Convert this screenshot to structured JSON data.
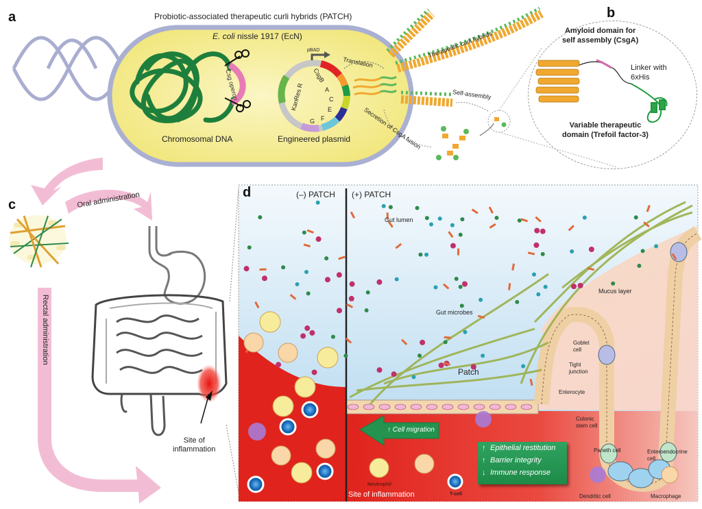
{
  "figure": {
    "panels": {
      "a": {
        "letter": "a",
        "title": "Probiotic-associated therapeutic curli hybrids (PATCH)",
        "strain_italic": "E. coli",
        "strain_rest": "nissle 1917 (EcN)",
        "chromosome_label": "Chromosomal DNA",
        "operon_label": "Csg operon",
        "plasmid_label": "Engineered plasmid",
        "promoter_label": "pBAD",
        "plasmid_genes": [
          "CsgB",
          "A",
          "C",
          "E",
          "F",
          "G",
          "KanRes R"
        ],
        "translation_label": "Translation",
        "secretion_label": "Secretion of CsgA fusion",
        "self_assembly_label": "Self-assembly",
        "curli_label": "Therapeutic curli hybrids"
      },
      "b": {
        "letter": "b",
        "amyloid_label_line1": "Amyloid domain for",
        "amyloid_label_line2": "self assembly (CsgA)",
        "linker_label_line1": "Linker with",
        "linker_label_line2": "6xHis",
        "variable_label_line1": "Variable therapeutic",
        "variable_label_line2": "domain (Trefoil factor-3)"
      },
      "c": {
        "letter": "c",
        "oral_label": "Oral administration",
        "rectal_label": "Rectal administration",
        "inflammation_line1": "Site of",
        "inflammation_line2": "inflammation"
      },
      "d": {
        "letter": "d",
        "minus_patch": "(–) PATCH",
        "plus_patch": "(+) PATCH",
        "gut_lumen": "Gut lumen",
        "gut_microbes": "Gut microbes",
        "patch": "Patch",
        "mucus_layer": "Mucus layer",
        "goblet_line1": "Goblet",
        "goblet_line2": "cell",
        "tight_line1": "Tight",
        "tight_line2": "junction",
        "enterocyte": "Enterocyte",
        "colonic_line1": "Colonic",
        "colonic_line2": "stem cell",
        "paneth": "Paneth cell",
        "entero_line1": "Enteroendocrine",
        "entero_line2": "cell",
        "dendritic": "Dendritic cell",
        "macrophage": "Macrophage",
        "neutrophil": "Neutrophil",
        "tcell": "T-cell",
        "site_inflammation": "Site of inflammation",
        "cell_migration": "Cell migration",
        "effects": [
          {
            "direction": "up",
            "symbol": "↑",
            "label": "Epithelial restitution"
          },
          {
            "direction": "up",
            "symbol": "↑",
            "label": "Barrier integrity"
          },
          {
            "direction": "down",
            "symbol": "↓",
            "label": "Immune response"
          }
        ]
      }
    },
    "colors": {
      "cell_fill": "#f7f0a0",
      "cell_membrane": "#b9bedb",
      "dna_green": "#1e7f3c",
      "operon_pink": "#e77bb5",
      "arrow_pink": "#f1b6cf",
      "lumen_blue": "#bfe0f1",
      "inflammation_red": "#e23a30",
      "effect_green": "#23934f",
      "curli_orange": "#f0a830",
      "curli_green": "#5cb85c"
    }
  }
}
